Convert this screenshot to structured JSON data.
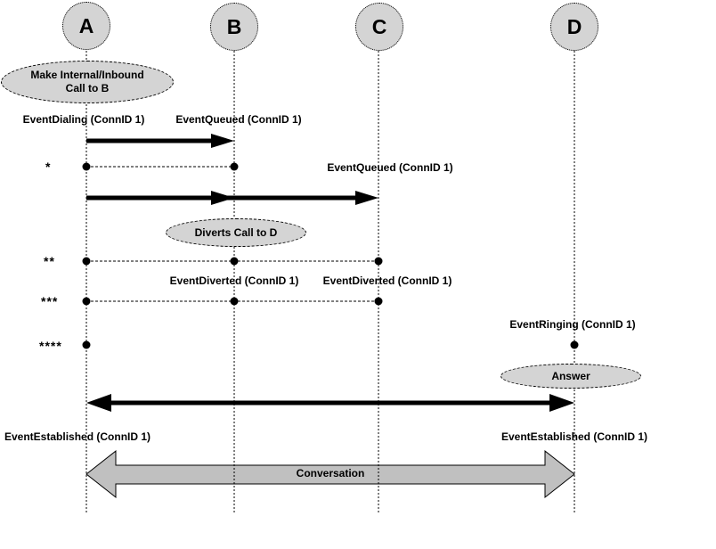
{
  "colors": {
    "background": "#ffffff",
    "node_fill": "#d4d4d4",
    "conversation_fill": "#c0c0c0",
    "line": "#000000"
  },
  "participants": [
    {
      "label": "A"
    },
    {
      "label": "B"
    },
    {
      "label": "C"
    },
    {
      "label": "D"
    }
  ],
  "notes": {
    "make_call": {
      "line1": "Make Internal/Inbound",
      "line2": "Call to B"
    },
    "diverts": "Diverts Call to D",
    "answer": "Answer"
  },
  "labels": {
    "event_dialing_a": "EventDialing (ConnID 1)",
    "event_queued_b": "EventQueued (ConnID 1)",
    "event_queued_c": "EventQueued (ConnID 1)",
    "event_diverted_b": "EventDiverted (ConnID 1)",
    "event_diverted_c": "EventDiverted (ConnID 1)",
    "event_ringing_d": "EventRinging (ConnID 1)",
    "event_established_a": "EventEstablished (ConnID 1)",
    "event_established_d": "EventEstablished (ConnID 1)",
    "conversation": "Conversation"
  },
  "step_markers": [
    "*",
    "**",
    "***",
    "****"
  ]
}
